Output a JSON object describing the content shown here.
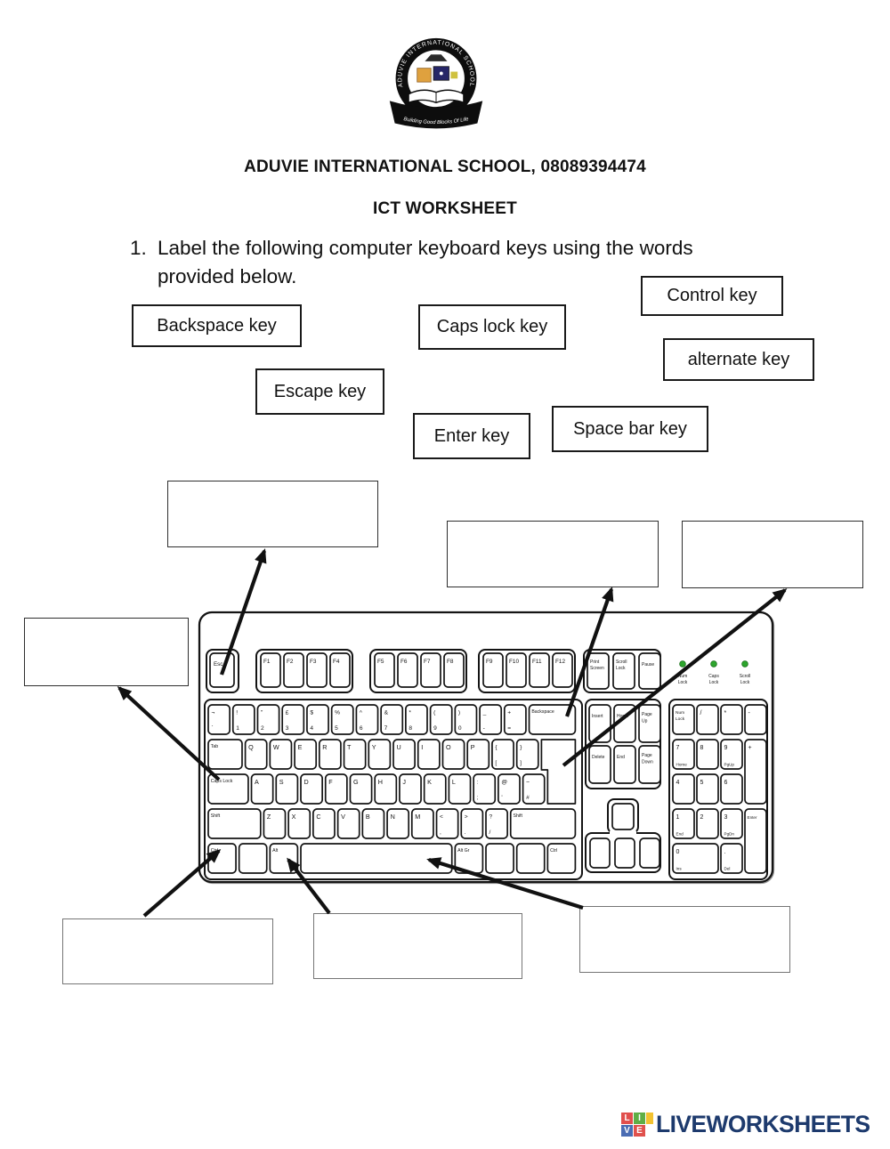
{
  "header": {
    "school_line": "ADUVIE INTERNATIONAL SCHOOL, 08089394474",
    "worksheet_title": "ICT WORKSHEET"
  },
  "question": {
    "number": "1.",
    "line1": "Label the following computer keyboard keys using the words",
    "line2": "provided below."
  },
  "logo": {
    "ring_text": "ADUVIE INTERNATIONAL SCHOOL",
    "banner_text": "Building Good Blocks Of Life"
  },
  "word_bank": [
    "Control key",
    "Backspace key",
    "Caps lock key",
    "alternate key",
    "Escape key",
    "Enter key",
    "Space bar key"
  ],
  "answer_boxes": [
    {
      "points_to": "esc-key"
    },
    {
      "points_to": "caps-lock-key"
    },
    {
      "points_to": "backspace-key"
    },
    {
      "points_to": "enter-key"
    },
    {
      "points_to": "ctrl-key"
    },
    {
      "points_to": "alt-key"
    },
    {
      "points_to": "space-bar-key"
    }
  ],
  "keyboard": {
    "esc": "Esc",
    "function_groups": [
      [
        "F1",
        "F2",
        "F3",
        "F4"
      ],
      [
        "F5",
        "F6",
        "F7",
        "F8"
      ],
      [
        "F9",
        "F10",
        "F11",
        "F12"
      ]
    ],
    "system_keys": [
      [
        "Print",
        "Screen"
      ],
      [
        "Scroll",
        "Lock"
      ],
      [
        "Pause"
      ]
    ],
    "leds": [
      [
        "Num",
        "Lock"
      ],
      [
        "Caps",
        "Lock"
      ],
      [
        "Scroll",
        "Lock"
      ]
    ],
    "main_rows": [
      [
        [
          "¬",
          "`"
        ],
        [
          "!",
          "1"
        ],
        [
          "\"",
          "2"
        ],
        [
          "£",
          "3"
        ],
        [
          "$",
          "4"
        ],
        [
          "%",
          "5"
        ],
        [
          "^",
          "6"
        ],
        [
          "&",
          "7"
        ],
        [
          "*",
          "8"
        ],
        [
          "(",
          "9"
        ],
        [
          ")",
          "0"
        ],
        [
          "_",
          "-"
        ],
        [
          "+",
          "="
        ],
        [
          "Backspace"
        ]
      ],
      [
        [
          "Tab"
        ],
        [
          "Q"
        ],
        [
          "W"
        ],
        [
          "E"
        ],
        [
          "R"
        ],
        [
          "T"
        ],
        [
          "Y"
        ],
        [
          "U"
        ],
        [
          "I"
        ],
        [
          "O"
        ],
        [
          "P"
        ],
        [
          "{",
          "["
        ],
        [
          "}",
          "]"
        ],
        [
          ""
        ]
      ],
      [
        [
          "Caps Lock"
        ],
        [
          "A"
        ],
        [
          "S"
        ],
        [
          "D"
        ],
        [
          "F"
        ],
        [
          "G"
        ],
        [
          "H"
        ],
        [
          "J"
        ],
        [
          "K"
        ],
        [
          "L"
        ],
        [
          ":",
          ";"
        ],
        [
          "@",
          "'"
        ],
        [
          "~",
          "#"
        ]
      ],
      [
        [
          "Shift"
        ],
        [
          "Z"
        ],
        [
          "X"
        ],
        [
          "C"
        ],
        [
          "V"
        ],
        [
          "B"
        ],
        [
          "N"
        ],
        [
          "M"
        ],
        [
          "<",
          ","
        ],
        [
          ">",
          "."
        ],
        [
          "?",
          "/"
        ],
        [
          "Shift"
        ]
      ],
      [
        [
          "Ctrl"
        ],
        [
          ""
        ],
        [
          "Alt"
        ],
        [
          ""
        ],
        [
          "Alt Gr"
        ],
        [
          ""
        ],
        [
          ""
        ],
        [
          "Ctrl"
        ]
      ]
    ],
    "nav_keys": [
      [
        "Insert"
      ],
      [
        "Home"
      ],
      [
        "Page",
        "Up"
      ],
      [
        "Delete"
      ],
      [
        "End"
      ],
      [
        "Page",
        "Down"
      ]
    ],
    "numpad_rows": [
      [
        [
          "Num",
          "Lock"
        ],
        [
          "/"
        ],
        [
          "*"
        ],
        [
          "-"
        ]
      ],
      [
        [
          "7",
          "Home"
        ],
        [
          "8"
        ],
        [
          "9",
          "PgUp"
        ],
        [
          "+"
        ]
      ],
      [
        [
          "4"
        ],
        [
          "5"
        ],
        [
          "6"
        ]
      ],
      [
        [
          "1",
          "End"
        ],
        [
          "2"
        ],
        [
          "3",
          "PgDn"
        ],
        [
          "Enter"
        ]
      ],
      [
        [
          "0",
          "Ins"
        ],
        [
          ".",
          "Del"
        ]
      ]
    ]
  },
  "footer": {
    "brand": "LIVEWORKSHEETS",
    "brand_color": "#1d3a6d",
    "tiles": [
      {
        "letter": "L",
        "color": "#e14f4d"
      },
      {
        "letter": "I",
        "color": "#5fae45"
      },
      {
        "letter": "",
        "color": "#f2c230"
      },
      {
        "letter": "V",
        "color": "#4a6cb3"
      },
      {
        "letter": "E",
        "color": "#e0514d"
      },
      {
        "letter": "",
        "color": "#ffffff"
      }
    ]
  },
  "colors": {
    "led_green": "#2da52d",
    "arrow_black": "#111111"
  }
}
